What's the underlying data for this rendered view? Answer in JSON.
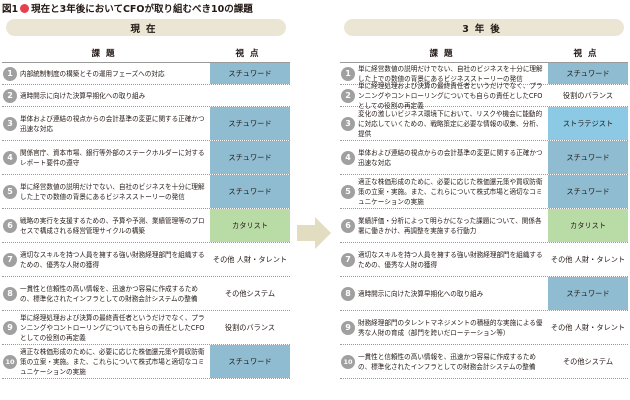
{
  "figure": {
    "prefix": "図1",
    "title": "現在と3年後においてCFOが取り組むべき10の課題"
  },
  "colors": {
    "circle": "#a0a0a0",
    "dot": "#e5404b",
    "banner": "#ebe6d4",
    "arrow": "#e2dcc1",
    "view_default": "#8fbcd0",
    "view_catalyst": "#b9dca7",
    "view_strategist": "#8cc9e4",
    "view_plain": "#ffffff",
    "row_shade": "#ededed"
  },
  "headers": {
    "task": "課題",
    "view": "視点"
  },
  "current": {
    "label": "現在",
    "rows": [
      {
        "num": "1",
        "text": "内部統制制度の構築とその運用フェーズへの対応",
        "view": "スチュワード",
        "style": "default"
      },
      {
        "num": "2",
        "text": "適時開示に向けた決算早期化への取り組み",
        "view": "",
        "style": "plain"
      },
      {
        "num": "3",
        "text": "単体および連結の視点からの会計基準の変更に関する正確かつ迅速な対応",
        "view": "スチュワード",
        "style": "default"
      },
      {
        "num": "4",
        "text": "関係官庁、資本市場、銀行等外部のステークホルダーに対するレポート要件の遵守",
        "view": "スチュワード",
        "style": "default"
      },
      {
        "num": "5",
        "text": "単に経営数値の説明だけでない、自社のビジネスを十分に理解した上での数値の背景にあるビジネスストーリーの発信",
        "view": "スチュワード",
        "style": "default"
      },
      {
        "num": "6",
        "text": "戦略の実行を支援するための、予算や予測、業績管理等のプロセスで構成される経営管理サイクルの構築",
        "view": "カタリスト",
        "style": "catalyst"
      },
      {
        "num": "7",
        "text": "適切なスキルを持つ人員を擁する強い財務経理部門を組織するための、優秀な人財の獲得",
        "view": "その他 人財・タレント",
        "style": "plain"
      },
      {
        "num": "8",
        "text": "一貫性と信頼性の高い情報を、迅速かつ容易に作成するための、標準化されたインフラとしての財務会計システムの整備",
        "view": "その他システム",
        "style": "plain"
      },
      {
        "num": "9",
        "text": "単に経理処理および決算の最終責任者というだけでなく、プランニングやコントローリングについても自らの責任としたCFOとしての役割の再定義",
        "view": "役割のバランス",
        "style": "plain"
      },
      {
        "num": "10",
        "text": "適正な株価形成のために、必要に応じた株価還元策や買収防衛策の立案・実施。また、これらについて株式市場と適切なコミュニケーションの実施",
        "view": "スチュワード",
        "style": "default"
      }
    ]
  },
  "future": {
    "label": "3年後",
    "rows": [
      {
        "num": "1",
        "text": "単に経営数値の説明だけでない、自社のビジネスを十分に理解した上での数値の背景にあるビジネスストーリーの発信",
        "view": "スチュワード",
        "style": "default"
      },
      {
        "num": "2",
        "text": "単に経理処理および決算の最終責任者というだけでなく、プランニングやコントローリングについても自らの責任としたCFOとしての役割の再定義",
        "view": "役割のバランス",
        "style": "plain"
      },
      {
        "num": "3",
        "text": "変化の激しいビジネス環境下において、リスクや機会に能動的に対応していくための、戦略策定に必要な情報の収集、分析、提供",
        "view": "ストラテジスト",
        "style": "strategist"
      },
      {
        "num": "4",
        "text": "単体および連結の視点からの会計基準の変更に関する正確かつ迅速な対応",
        "view": "スチュワード",
        "style": "default"
      },
      {
        "num": "5",
        "text": "適正な株価形成のために、必要に応じた株価還元策や買収防衛策の立案・実施。また、これらについて株式市場と適切なコミュニケーションの実施",
        "view": "スチュワード",
        "style": "default"
      },
      {
        "num": "6",
        "text": "業績評価・分析によって明らかになった課題について、関係各署に働きかけ、再調整を実施する行動力",
        "view": "カタリスト",
        "style": "catalyst"
      },
      {
        "num": "7",
        "text": "適切なスキルを持つ人員を擁する強い財務経理部門を組織するための、優秀な人財の獲得",
        "view": "その他 人財・タレント",
        "style": "plain"
      },
      {
        "num": "8",
        "text": "適時開示に向けた決算早期化への取り組み",
        "view": "スチュワード",
        "style": "default"
      },
      {
        "num": "9",
        "text": "財務経理部門のタレントマネジメントの積極的な実施による優秀な人財の育成（部門を跨いだローテーション等）",
        "view": "その他 人財・タレント",
        "style": "plain"
      },
      {
        "num": "10",
        "text": "一貫性と信頼性の高い情報を、迅速かつ容易に作成するための、標準化されたインフラとしての財務会計システムの整備",
        "view": "その他システム",
        "style": "plain"
      }
    ]
  }
}
